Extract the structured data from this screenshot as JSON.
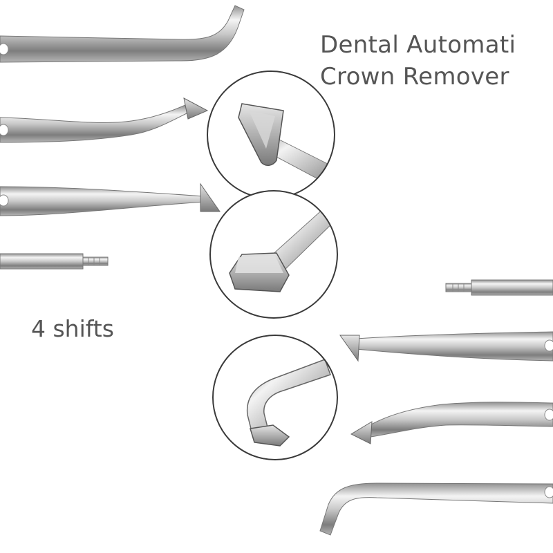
{
  "title": {
    "line1": "Dental Automati",
    "line2": "Crown Remover"
  },
  "label": {
    "shifts": "4 shifts"
  },
  "tips": [
    "hook-tip",
    "left-blade-tip",
    "triangle-tip",
    "threaded-tip"
  ],
  "detail_views": [
    "triangle-tip-closeup",
    "blade-tip-closeup",
    "hook-tip-closeup"
  ],
  "colors": {
    "background": "#ffffff",
    "text": "#555555",
    "steel_light": "#f2f2f2",
    "steel_dark": "#8a8a8a",
    "circle_border": "#3a3a3a"
  }
}
